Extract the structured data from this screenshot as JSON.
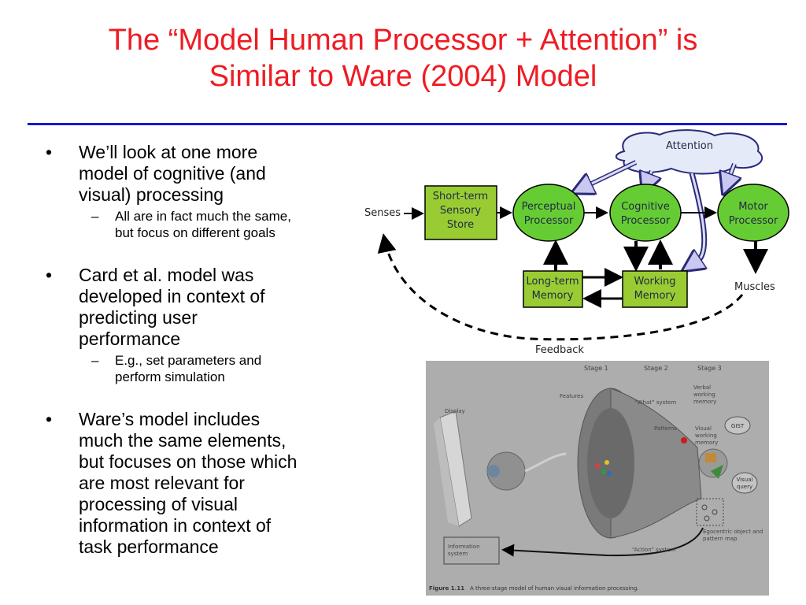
{
  "title": {
    "line1": "The “Model Human Processor + Attention” is",
    "line2": "Similar to Ware (2004) Model"
  },
  "bullets": [
    {
      "lines": [
        "We’ll look at one more",
        "model of cognitive (and",
        "visual) processing"
      ],
      "sub": {
        "lines": [
          "All are in fact much the same,",
          "but focus on different goals"
        ]
      }
    },
    {
      "lines": [
        "Card et al. model was",
        "developed in context of",
        "predicting user",
        "performance"
      ],
      "sub": {
        "lines": [
          "E.g., set parameters and",
          "perform simulation"
        ]
      }
    },
    {
      "lines": [
        "Ware’s model includes",
        "much the same elements,",
        "but focuses on those which",
        "are most relevant for",
        "processing of visual",
        "information in context of",
        "task performance"
      ]
    }
  ],
  "diagram": {
    "attention": "Attention",
    "senses": "Senses",
    "sensory_store": [
      "Short-term",
      "Sensory",
      "Store"
    ],
    "perceptual": [
      "Perceptual",
      "Processor"
    ],
    "cognitive": [
      "Cognitive",
      "Processor"
    ],
    "motor": [
      "Motor",
      "Processor"
    ],
    "long_term": [
      "Long-term",
      "Memory"
    ],
    "working": [
      "Working",
      "Memory"
    ],
    "muscles": "Muscles",
    "feedback": "Feedback"
  },
  "ware_figure": {
    "stage1": "Stage 1",
    "stage2": "Stage 2",
    "stage3": "Stage 3",
    "display": "Display",
    "features": "Features",
    "what_system": "“What” system",
    "patterns": "Patterns",
    "verbal_wm": [
      "Verbal",
      "working",
      "memory"
    ],
    "visual_wm": [
      "Visual",
      "working",
      "memory"
    ],
    "gist": "GIST",
    "visual_query": [
      "Visual",
      "query"
    ],
    "egocentric": [
      "Egocentric object and",
      "pattern map"
    ],
    "action_system": "“Action” system",
    "info_system": [
      "Information",
      "system"
    ],
    "fig_label": "Figure 1.11",
    "caption": "A three-stage model of human visual information processing."
  },
  "colors": {
    "title": "#ee1c24",
    "rule": "#1616d8",
    "node_green": "#66cc33",
    "box_green": "#99cc33"
  }
}
